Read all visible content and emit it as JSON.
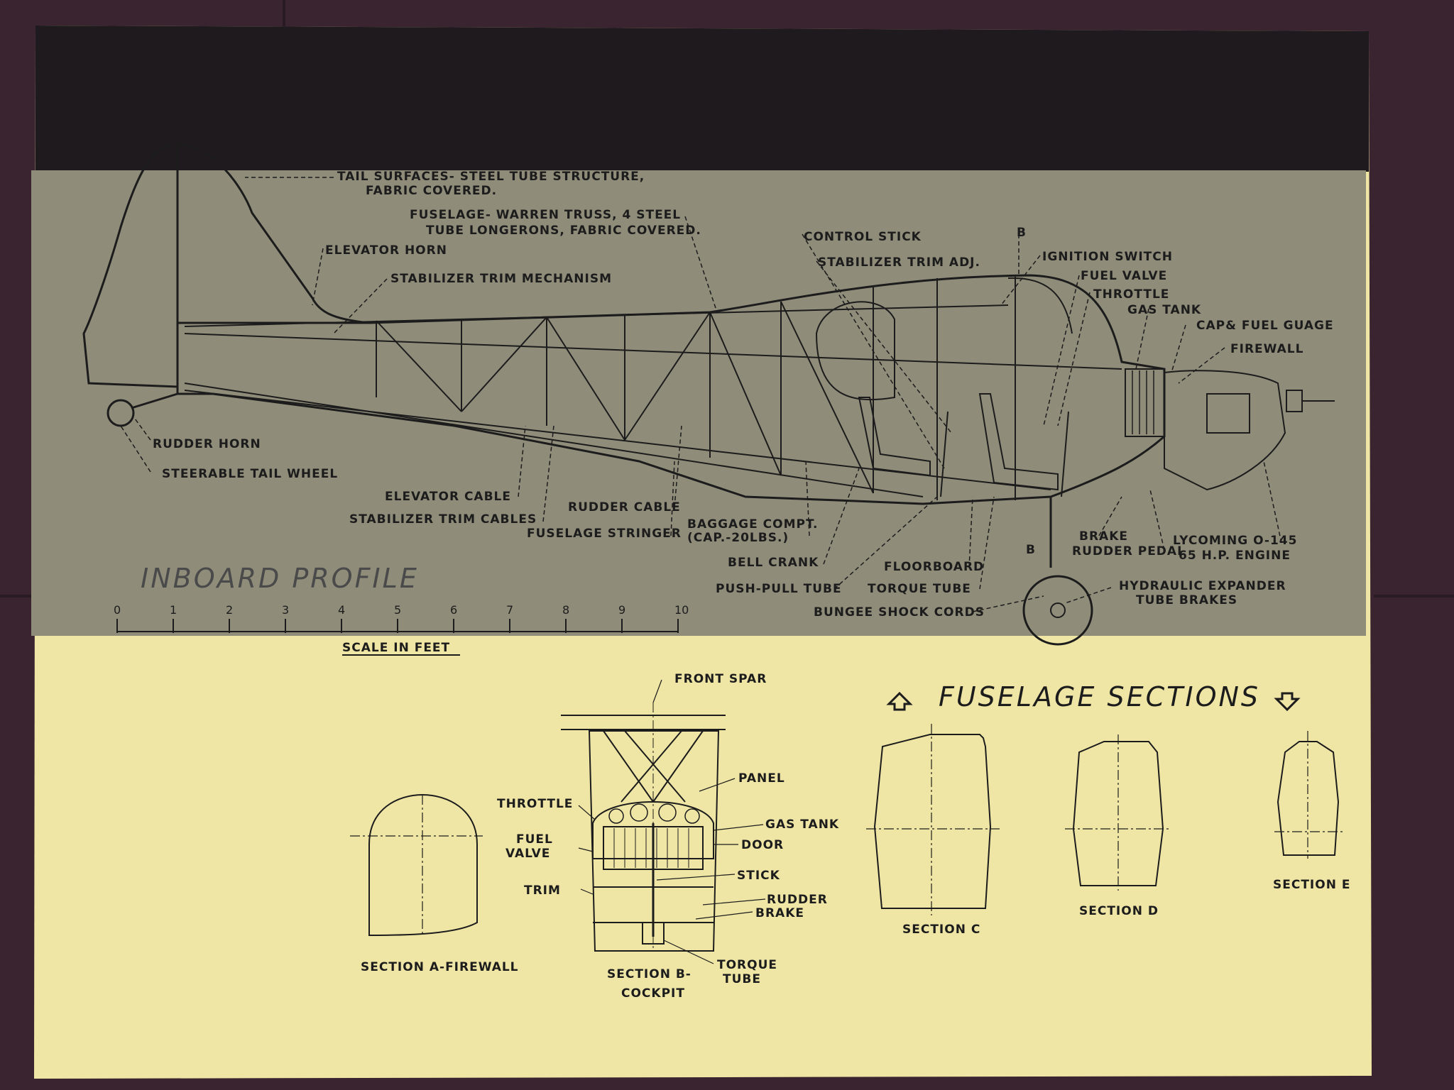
{
  "profile": {
    "title": "INBOARD PROFILE",
    "scale_label": "SCALE IN FEET",
    "scale_ticks": [
      "0",
      "1",
      "2",
      "3",
      "4",
      "5",
      "6",
      "7",
      "8",
      "9",
      "10"
    ],
    "section_marker_top": "B",
    "section_marker_bottom": "B",
    "labels": {
      "tail_surfaces_1": "TAIL SURFACES- STEEL TUBE STRUCTURE,",
      "tail_surfaces_2": "FABRIC COVERED.",
      "fuselage_1": "FUSELAGE- WARREN TRUSS, 4 STEEL",
      "fuselage_2": "TUBE LONGERONS, FABRIC COVERED.",
      "elevator_horn": "ELEVATOR HORN",
      "stabilizer_trim_mechanism": "STABILIZER TRIM MECHANISM",
      "control_stick": "CONTROL STICK",
      "stabilizer_trim_adj": "STABILIZER TRIM ADJ.",
      "ignition_switch": "IGNITION SWITCH",
      "fuel_valve": "FUEL VALVE",
      "throttle": "THROTTLE",
      "gas_tank": "GAS TANK",
      "cap_fuel_gauge": "CAP& FUEL GUAGE",
      "firewall": "FIREWALL",
      "rudder_horn": "RUDDER HORN",
      "steerable_tail_wheel": "STEERABLE TAIL WHEEL",
      "elevator_cable": "ELEVATOR CABLE",
      "stabilizer_trim_cables": "STABILIZER TRIM CABLES",
      "rudder_cable": "RUDDER CABLE",
      "fuselage_stringer": "FUSELAGE STRINGER",
      "baggage_1": "BAGGAGE COMPT.",
      "baggage_2": "(CAP.-20LBS.)",
      "bell_crank": "BELL CRANK",
      "floorboard": "FLOORBOARD",
      "push_pull_tube": "PUSH-PULL TUBE",
      "torque_tube": "TORQUE TUBE",
      "bungee_shock_cords": "BUNGEE SHOCK CORDS",
      "brake": "BRAKE",
      "rudder_pedal": "RUDDER PEDAL",
      "engine_1": "LYCOMING O-145",
      "engine_2": "65 H.P. ENGINE",
      "hydraulic_1": "HYDRAULIC EXPANDER",
      "hydraulic_2": "TUBE BRAKES"
    }
  },
  "sections": {
    "title": "FUSELAGE SECTIONS",
    "section_a": "SECTION A-FIREWALL",
    "section_b_1": "SECTION B-",
    "section_b_2": "COCKPIT",
    "section_c": "SECTION C",
    "section_d": "SECTION D",
    "section_e": "SECTION E",
    "cockpit_labels": {
      "front_spar": "FRONT SPAR",
      "panel": "PANEL",
      "throttle": "THROTTLE",
      "fuel_valve_1": "FUEL",
      "fuel_valve_2": "VALVE",
      "gas_tank": "GAS TANK",
      "door": "DOOR",
      "stick": "STICK",
      "trim": "TRIM",
      "rudder": "RUDDER",
      "brake": "BRAKE",
      "torque_tube_1": "TORQUE",
      "torque_tube_2": "TUBE"
    }
  },
  "colors": {
    "paper": "#efe6a6",
    "profile_panel": "#8f8c7a",
    "top_band": "#1e1a1d",
    "ink": "#1c1c1c",
    "table": "#3a2430"
  }
}
